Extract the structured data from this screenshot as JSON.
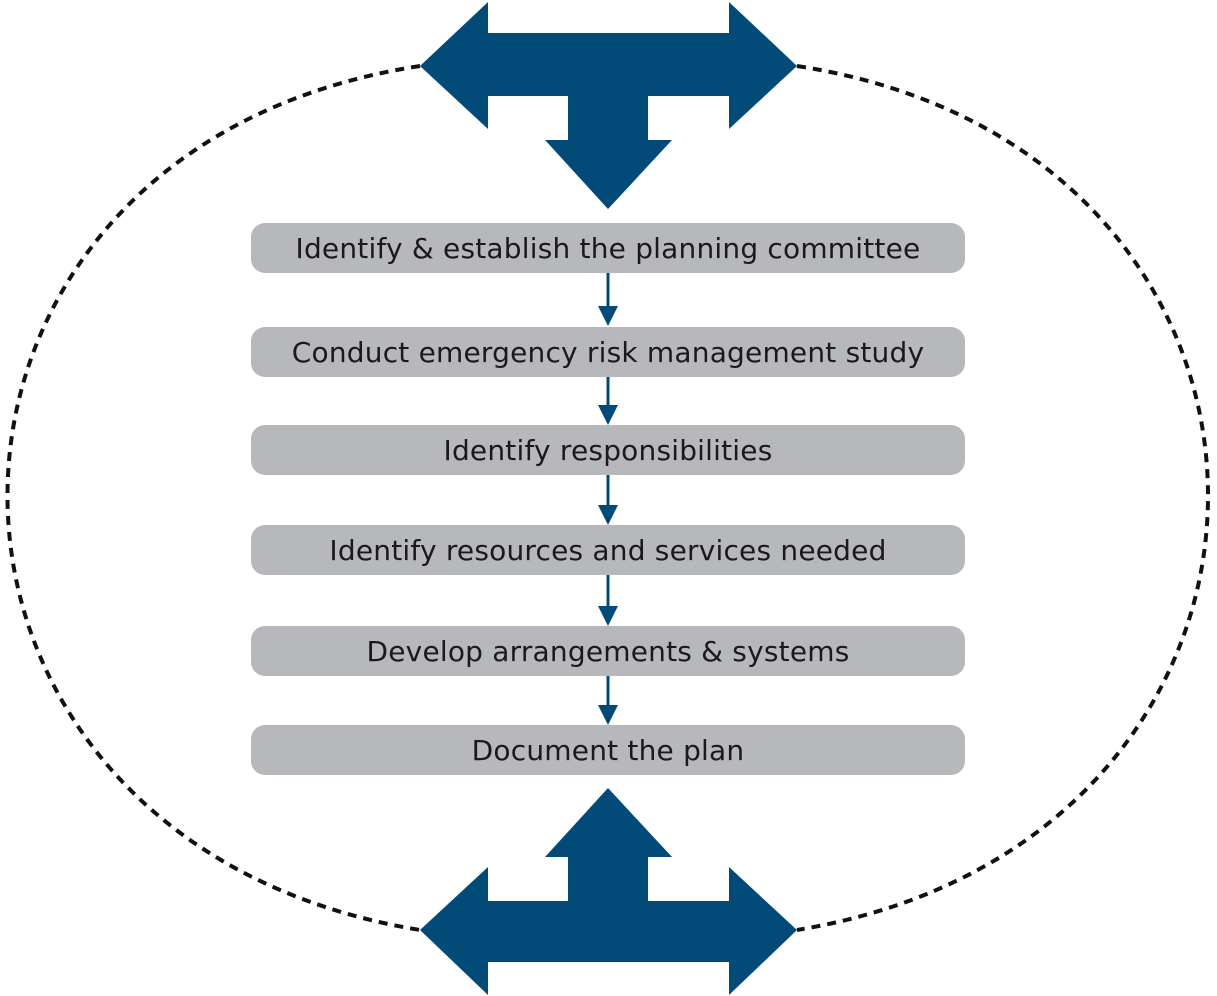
{
  "steps": [
    "Identify & establish the planning committee",
    "Conduct emergency risk management study",
    "Identify responsibilities",
    "Identify resources and services needed",
    "Develop arrangements & systems",
    "Document the plan"
  ],
  "colors": {
    "arrow": "#024b78",
    "box": "#b7b8bb",
    "text": "#1a1a1a",
    "cycle": "#111111"
  }
}
